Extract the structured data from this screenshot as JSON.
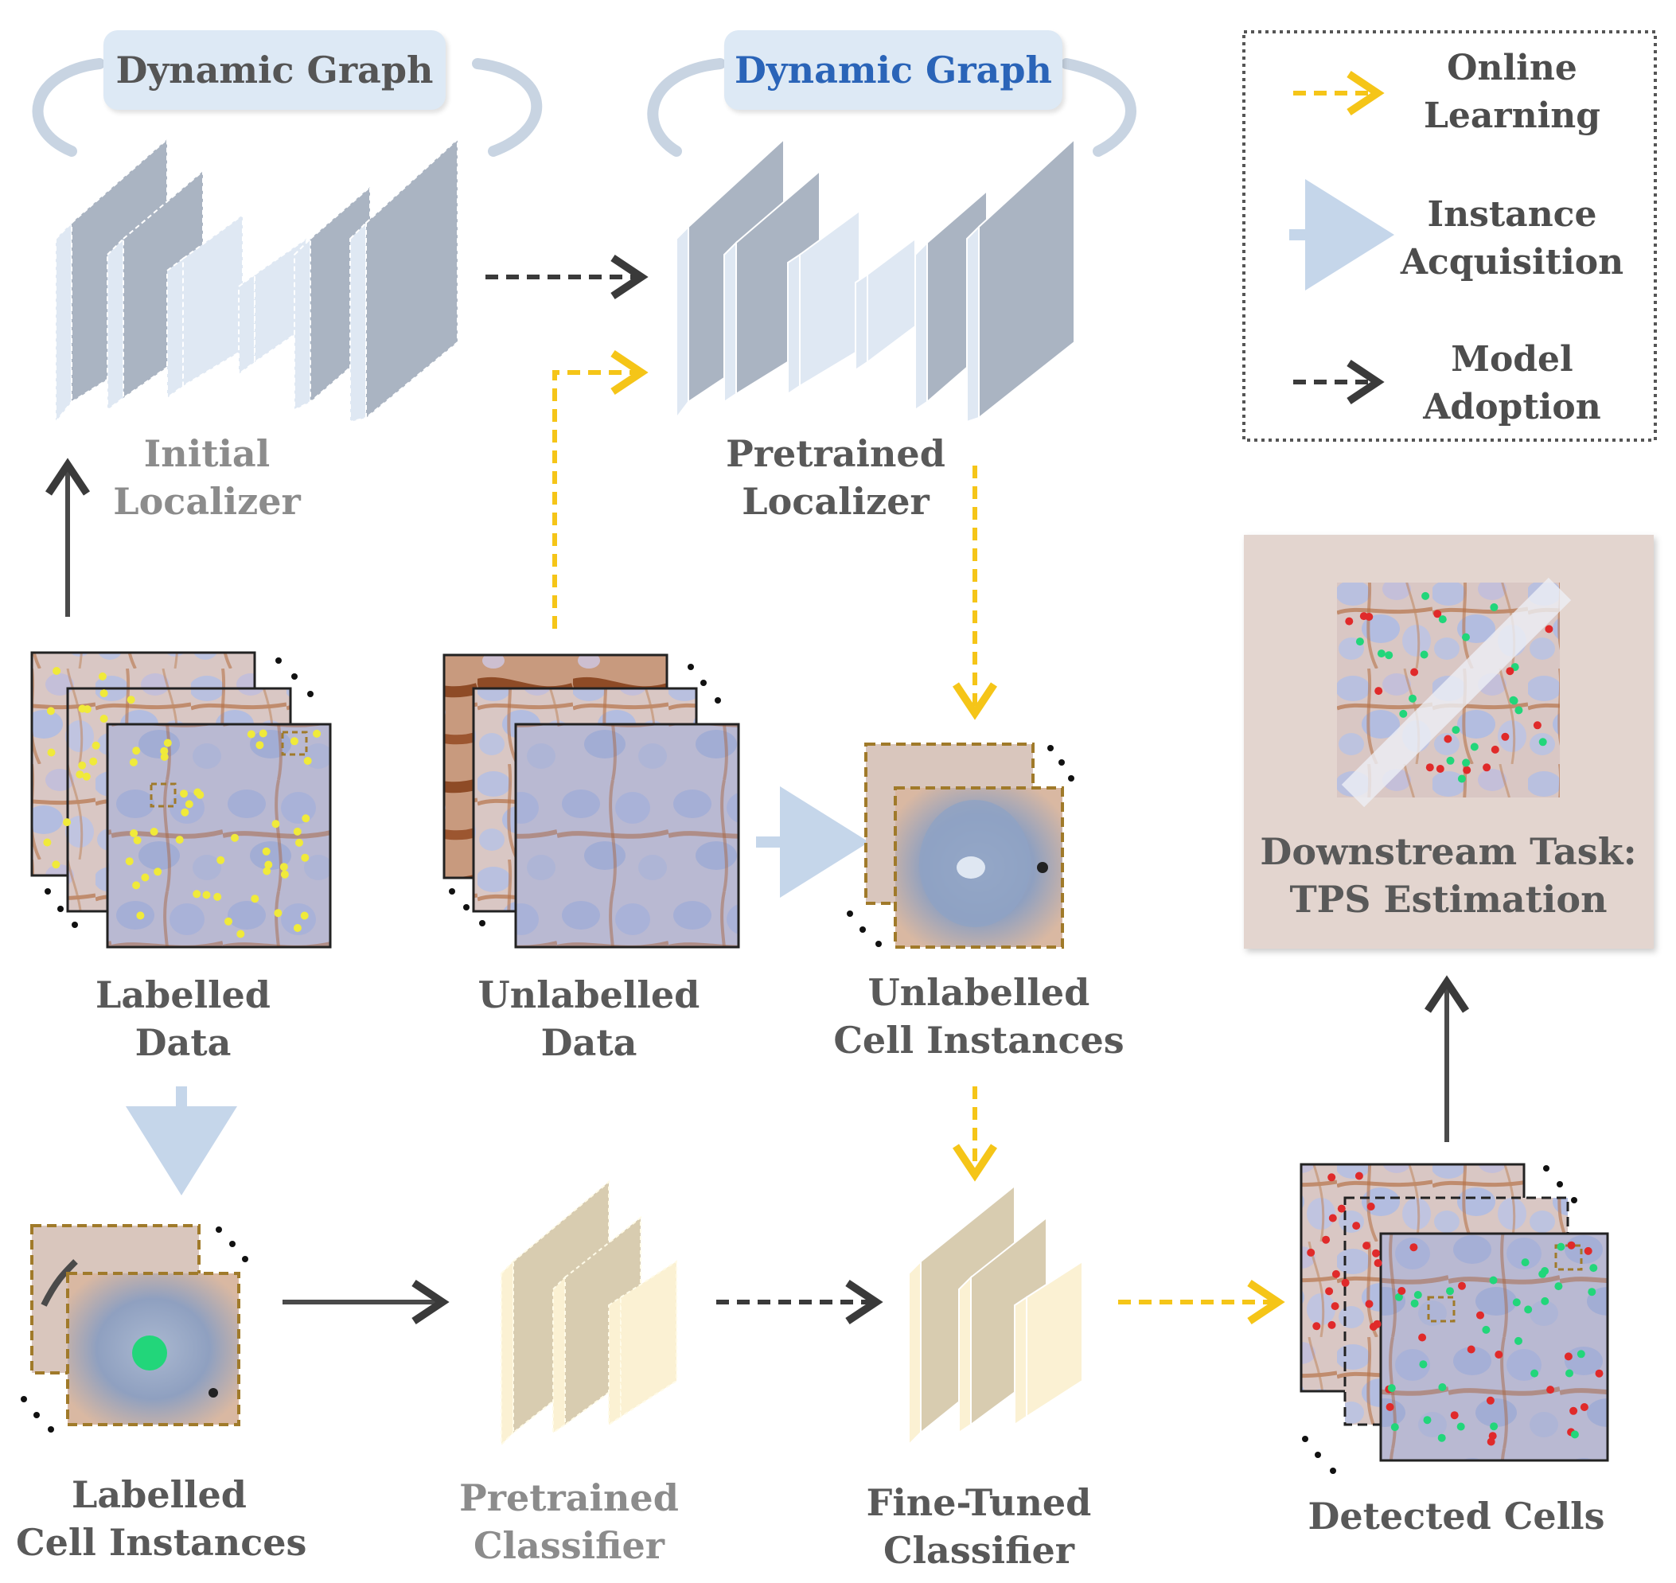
{
  "localizers": {
    "initial": {
      "graph_label": "Dynamic Graph",
      "line1": "Initial",
      "line2": "Localizer"
    },
    "pretrained": {
      "graph_label": "Dynamic Graph",
      "line1": "Pretrained",
      "line2": "Localizer"
    }
  },
  "data": {
    "labelled": {
      "line1": "Labelled",
      "line2": "Data"
    },
    "unlabelled": {
      "line1": "Unlabelled",
      "line2": "Data"
    },
    "unlabelled_instances": {
      "line1": "Unlabelled",
      "line2": "Cell Instances"
    },
    "labelled_instances": {
      "line1": "Labelled",
      "line2": "Cell Instances"
    }
  },
  "classifiers": {
    "pretrained": {
      "line1": "Pretrained",
      "line2": "Classifier"
    },
    "finetuned": {
      "line1": "Fine-Tuned",
      "line2": "Classifier"
    }
  },
  "detected": {
    "label": "Detected Cells"
  },
  "downstream": {
    "line1": "Downstream Task:",
    "line2": "TPS Estimation"
  },
  "legend": [
    {
      "line1": "Online",
      "line2": "Learning",
      "arrow_color": "#f5c518",
      "arrow_style": "dashed"
    },
    {
      "line1": "Instance",
      "line2": "Acquisition",
      "arrow_color": "#c5d6ea",
      "arrow_style": "solid"
    },
    {
      "line1": "Model",
      "line2": "Adoption",
      "arrow_color": "#333333",
      "arrow_style": "dashed"
    }
  ],
  "colors": {
    "online": "#f5c518",
    "instance": "#c5d6ea",
    "adoption": "#3a3a3a",
    "localizer": "#aab4c2",
    "classifier": "#d8ccb0",
    "downstream_bg": "#e3d5cf",
    "tissue_brown": "#b5734a",
    "tissue_blue": "#a9b4d6",
    "point_yellow": "#f0ea3a",
    "point_red": "#e02a2a",
    "point_green": "#22d67a"
  }
}
